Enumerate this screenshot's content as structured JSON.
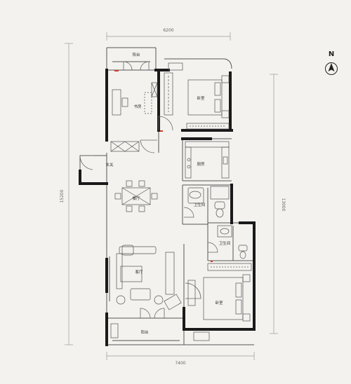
{
  "dimensions": {
    "top": "6200",
    "bottom": "7400",
    "left": "15200",
    "right": "13000"
  },
  "compass": {
    "label": "N"
  },
  "rooms": {
    "balcony_top": "阳台",
    "study": "书房",
    "bedroom_top": "卧室",
    "entrance": "玄关",
    "kitchen": "厨房",
    "dining": "餐厅",
    "bathroom_1": "卫生间",
    "bathroom_2": "卫生间",
    "living": "客厅",
    "bedroom_bottom": "卧室",
    "balcony_bottom": "阳台"
  },
  "colors": {
    "background": "#f3f2ef",
    "thick_wall": "#1a1a1a",
    "thin_wall": "#555555",
    "dimension_line": "#9a9a9a",
    "label_text": "#333333",
    "accent_red": "#d23a2a"
  }
}
